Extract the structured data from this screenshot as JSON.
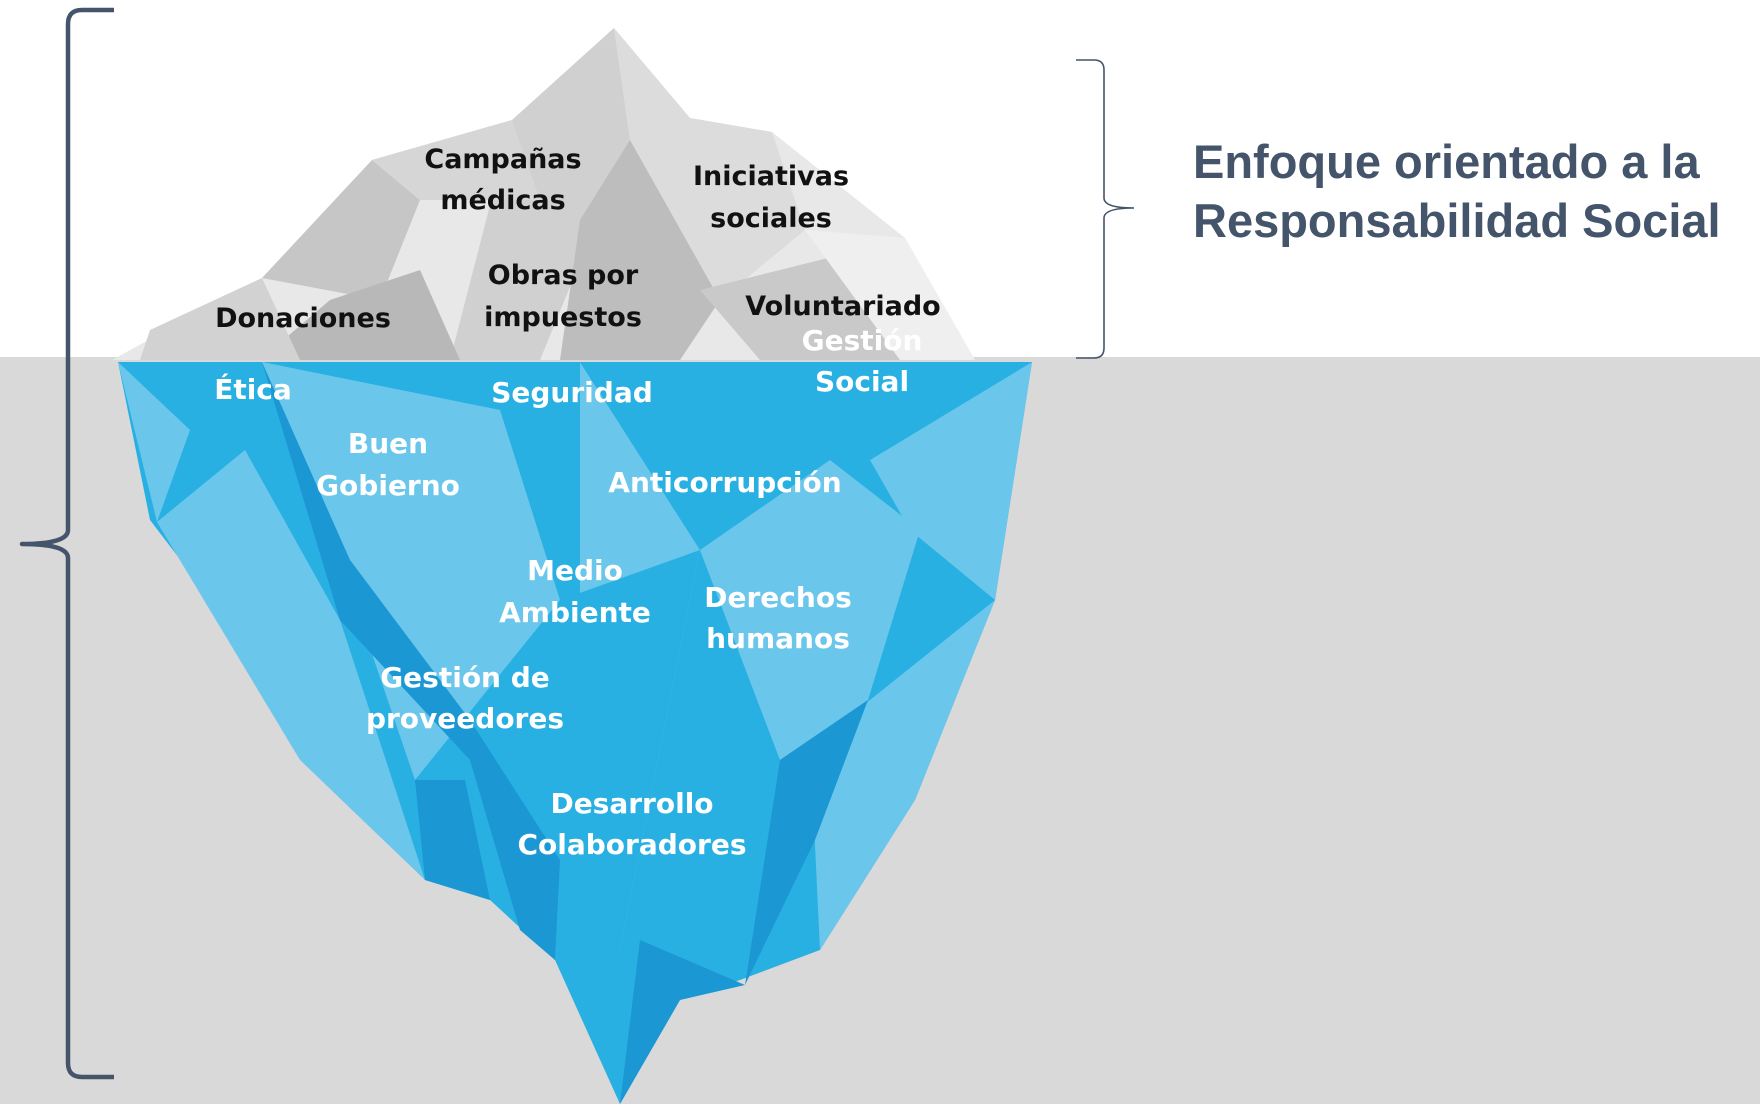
{
  "heading": {
    "line1": "Enfoque orientado a la",
    "line2": "Responsabilidad Social"
  },
  "above_water": {
    "campanas": [
      "Campañas",
      "médicas"
    ],
    "iniciativas": [
      "Iniciativas",
      "sociales"
    ],
    "obras": [
      "Obras por",
      "impuestos"
    ],
    "donaciones": [
      "Donaciones"
    ],
    "voluntariado": [
      "Voluntariado"
    ]
  },
  "below_water": {
    "gestion_social": [
      "Gestión",
      "Social"
    ],
    "etica": [
      "Ética"
    ],
    "seguridad": [
      "Seguridad"
    ],
    "buen_gobierno": [
      "Buen",
      "Gobierno"
    ],
    "anticorrupcion": [
      "Anticorrupción"
    ],
    "medio_ambiente": [
      "Medio",
      "Ambiente"
    ],
    "derechos_humanos": [
      "Derechos",
      "humanos"
    ],
    "gestion_proveedores": [
      "Gestión de",
      "proveedores"
    ],
    "desarrollo": [
      "Desarrollo",
      "Colaboradores"
    ]
  },
  "colors": {
    "sea": "#d9d9d9",
    "ice_light": "#6bc6ec",
    "ice_mid": "#29b0e3",
    "ice_dark": "#1b97d3",
    "bracket": "#44546a",
    "heading": "#44546a"
  }
}
